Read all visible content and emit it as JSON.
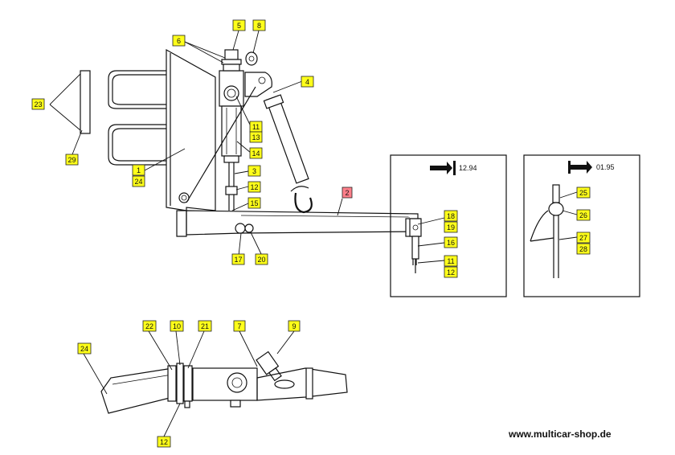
{
  "labels": {
    "l1": "1",
    "l2": "2",
    "l3": "3",
    "l4": "4",
    "l5": "5",
    "l6": "6",
    "l7": "7",
    "l8": "8",
    "l9": "9",
    "l10": "10",
    "l11": "11",
    "l11b": "11",
    "l12a": "12",
    "l12b": "12",
    "l12c": "12",
    "l13": "13",
    "l14": "14",
    "l15": "15",
    "l16": "16",
    "l17": "17",
    "l18": "18",
    "l19": "19",
    "l20": "20",
    "l21": "21",
    "l22": "22",
    "l23": "23",
    "l24a": "24",
    "l24b": "24",
    "l25": "25",
    "l26": "26",
    "l27": "27",
    "l28": "28",
    "l29": "29"
  },
  "highlight_color": "#ffff1a",
  "highlight_color_red": "#ff7f8a",
  "detail_refs": {
    "left": "12.94",
    "right": "01.95"
  },
  "website": "www.multicar-shop.de"
}
